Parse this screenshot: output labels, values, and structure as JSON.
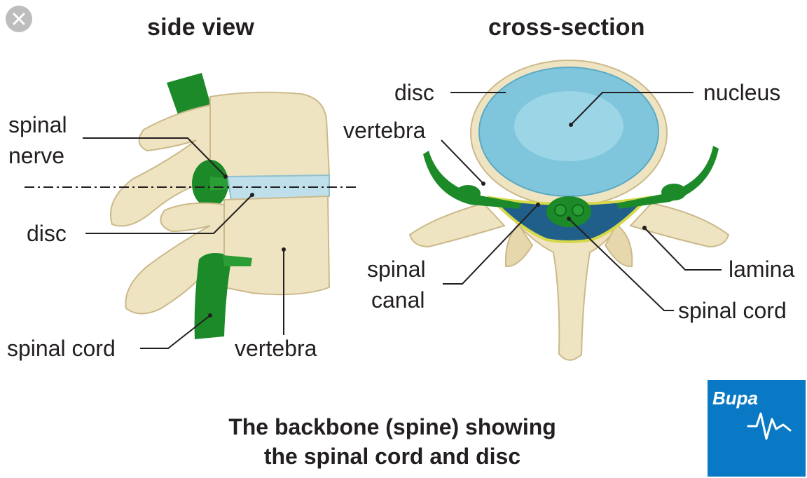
{
  "headings": {
    "side_view": "side view",
    "cross_section": "cross-section"
  },
  "side_labels": {
    "spinal_nerve_line1": "spinal",
    "spinal_nerve_line2": "nerve",
    "disc": "disc",
    "spinal_cord": "spinal cord",
    "vertebra": "vertebra"
  },
  "cross_labels": {
    "disc": "disc",
    "nucleus": "nucleus",
    "vertebra": "vertebra",
    "spinal_canal_line1": "spinal",
    "spinal_canal_line2": "canal",
    "lamina": "lamina",
    "spinal_cord": "spinal cord"
  },
  "caption": {
    "line1": "The backbone (spine) showing",
    "line2": "the spinal cord and disc"
  },
  "logo": {
    "text": "Bupa",
    "color": "#0a79c5"
  },
  "colors": {
    "bone": "#efe4c1",
    "bone_shadow": "#d8c79c",
    "nerve": "#1d8a2a",
    "disc": "#bfe0ea",
    "nucleus": "#7fc6dc",
    "leader_line": "#231f20"
  },
  "icons": {
    "close": "close-icon",
    "pulse": "heartbeat-icon"
  }
}
